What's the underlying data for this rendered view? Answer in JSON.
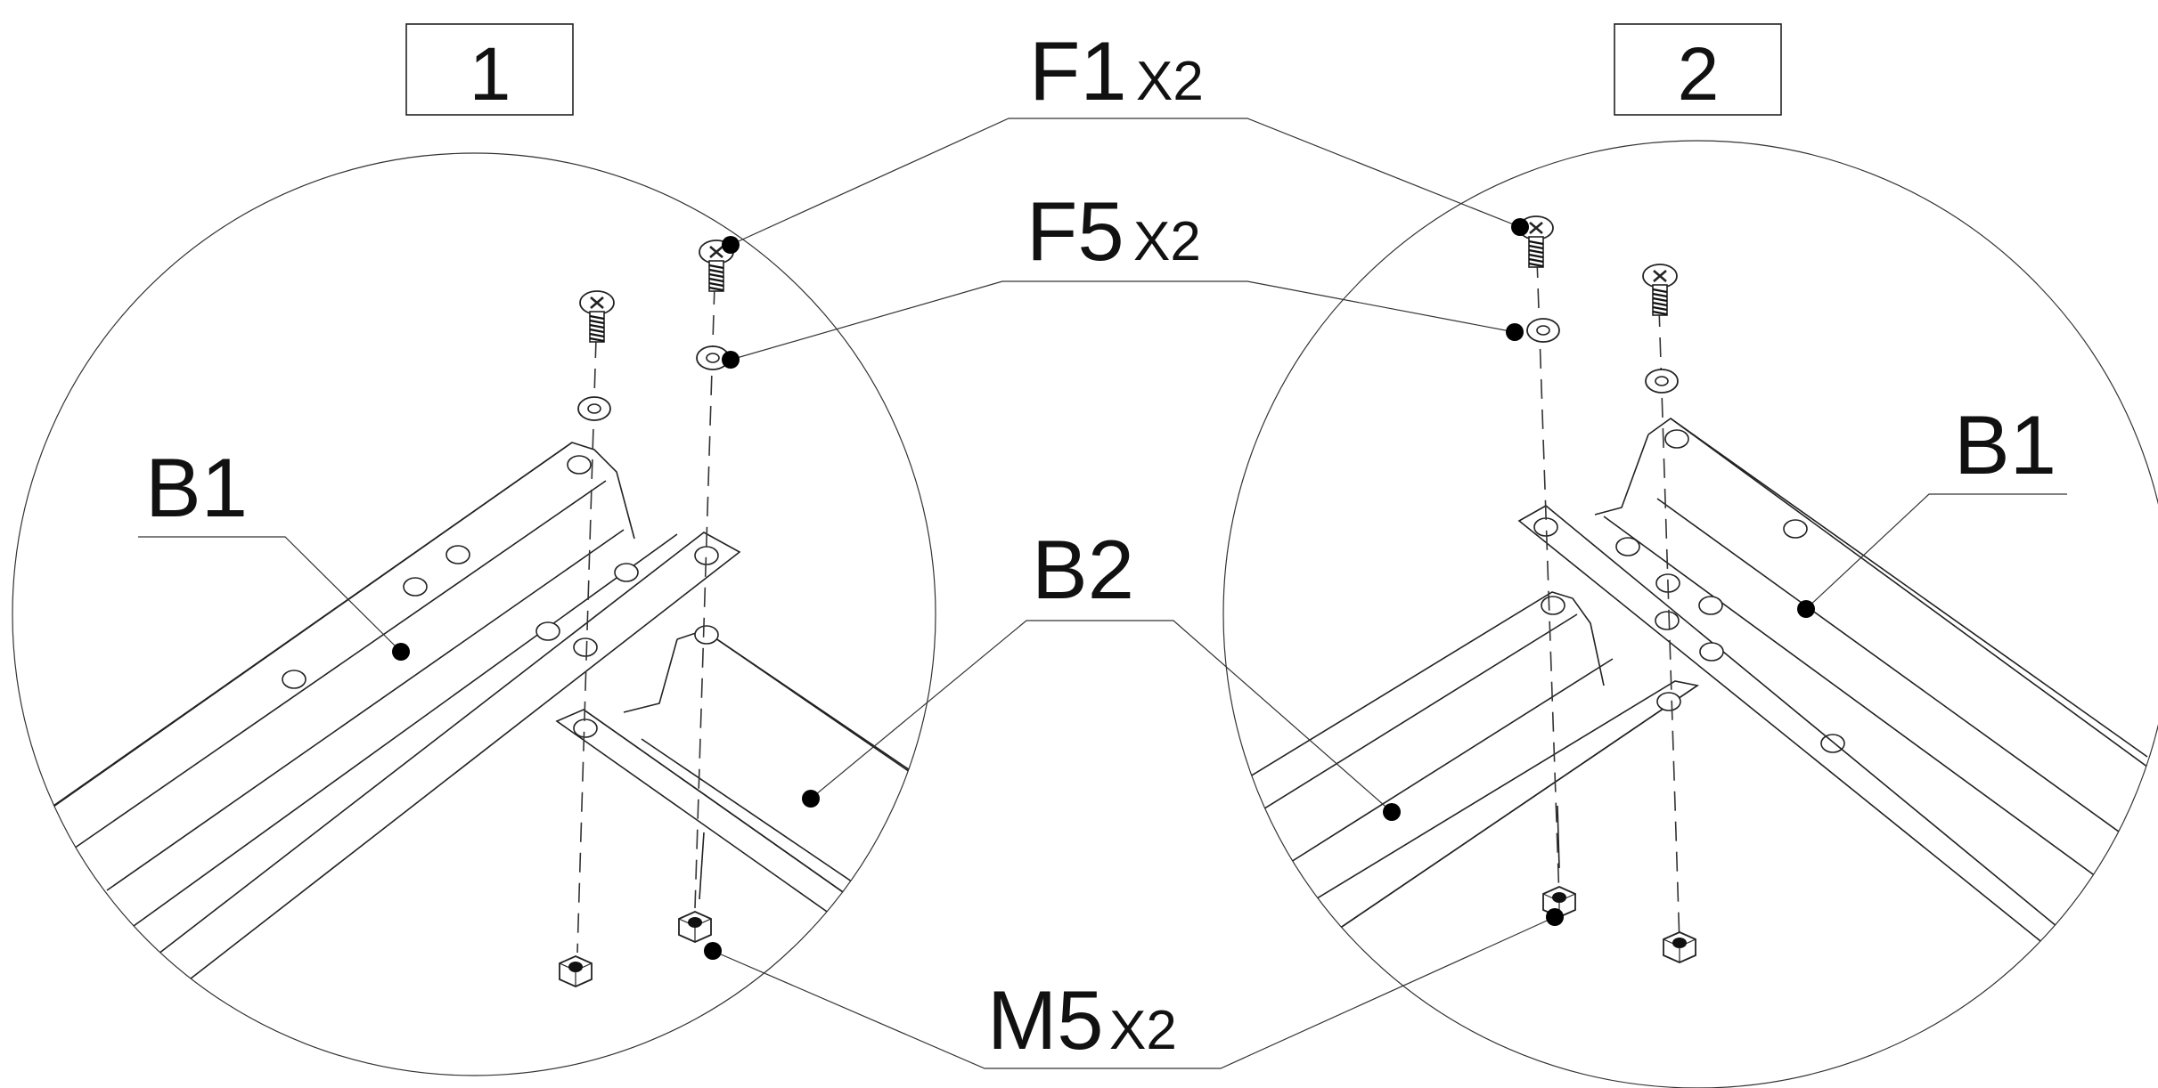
{
  "steps": [
    {
      "number": "1"
    },
    {
      "number": "2"
    }
  ],
  "callouts": {
    "f1": {
      "code": "F1",
      "qty": "X2"
    },
    "f5": {
      "code": "F5",
      "qty": "X2"
    },
    "b2": {
      "code": "B2"
    },
    "m5": {
      "code": "M5",
      "qty": "X2"
    },
    "b1_left": {
      "code": "B1"
    },
    "b1_right": {
      "code": "B1"
    }
  },
  "icons": [
    "screw-icon",
    "washer-icon",
    "nut-icon",
    "leader-dot-icon"
  ],
  "colors": {
    "line": "#222222",
    "background": "#ffffff",
    "dot": "#000000"
  }
}
